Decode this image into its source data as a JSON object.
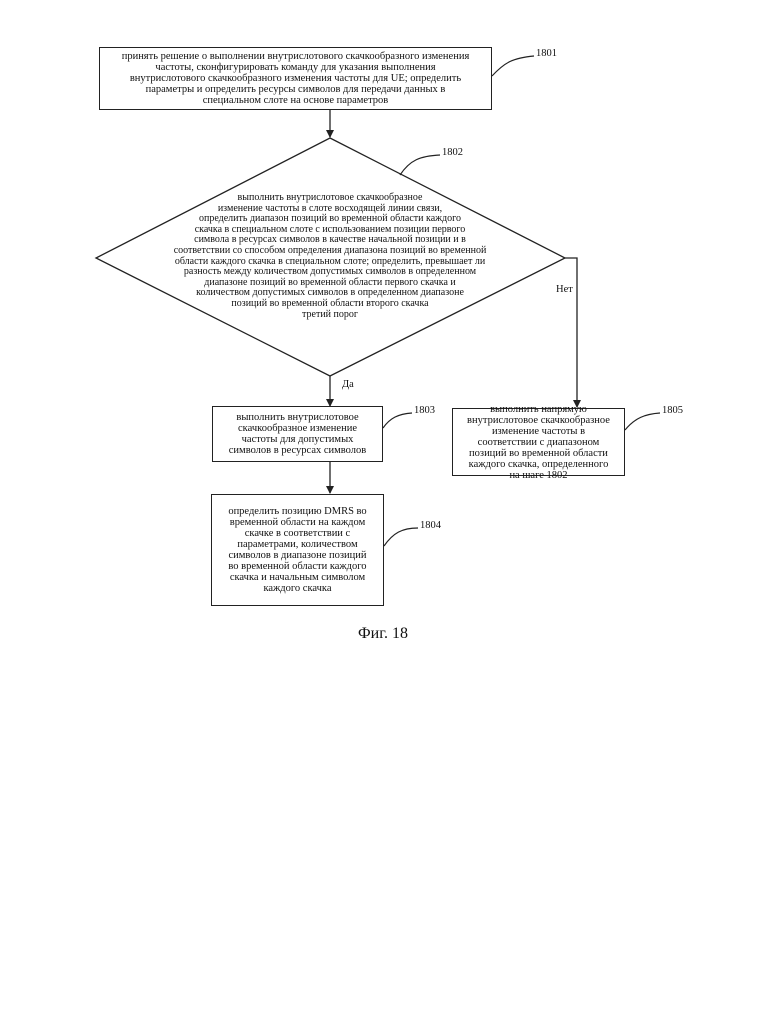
{
  "steps": {
    "s1801": {
      "ref": "1801",
      "text": "принять решение о выполнении внутрислотового скачкообразного изменения\nчастоты, сконфигурировать команду для указания выполнения\nвнутрислотового скачкообразного изменения частоты для UE; определить\nпараметры и определить ресурсы символов для передачи данных в\nспециальном слоте на основе параметров"
    },
    "s1802": {
      "ref": "1802",
      "text": "выполнить внутрислотовое скачкообразное\nизменение частоты в слоте восходящей линии связи,\nопределить диапазон позиций во временной области каждого\nскачка в специальном слоте с использованием позиции первого\nсимвола в ресурсах символов в качестве начальной позиции и в\nсоответствии со способом определения диапазона позиций во временной\nобласти каждого скачка в специальном слоте; определить, превышает ли\nразность между количеством допустимых символов в определенном\nдиапазоне позиций во временной области первого скачка и\nколичеством допустимых символов в определенном диапазоне\nпозиций во временной области второго скачка\nтретий порог"
    },
    "s1803": {
      "ref": "1803",
      "text": "выполнить внутрислотовое\nскачкообразное изменение\nчастоты для допустимых\nсимволов в ресурсах символов"
    },
    "s1804": {
      "ref": "1804",
      "text": "определить позицию DMRS во\nвременной области на каждом\nскачке в соответствии с\nпараметрами, количеством\nсимволов в диапазоне позиций\nво временной области каждого\nскачка и начальным символом\nкаждого скачка"
    },
    "s1805": {
      "ref": "1805",
      "text": "выполнить напрямую\nвнутрислотовое скачкообразное\nизменение частоты в\nсоответствии с диапазоном\nпозиций во временной области\nкаждого скачка, определенного\nна шаге 1802"
    }
  },
  "branches": {
    "yes": "Да",
    "no": "Нет"
  },
  "caption": "Фиг. 18"
}
